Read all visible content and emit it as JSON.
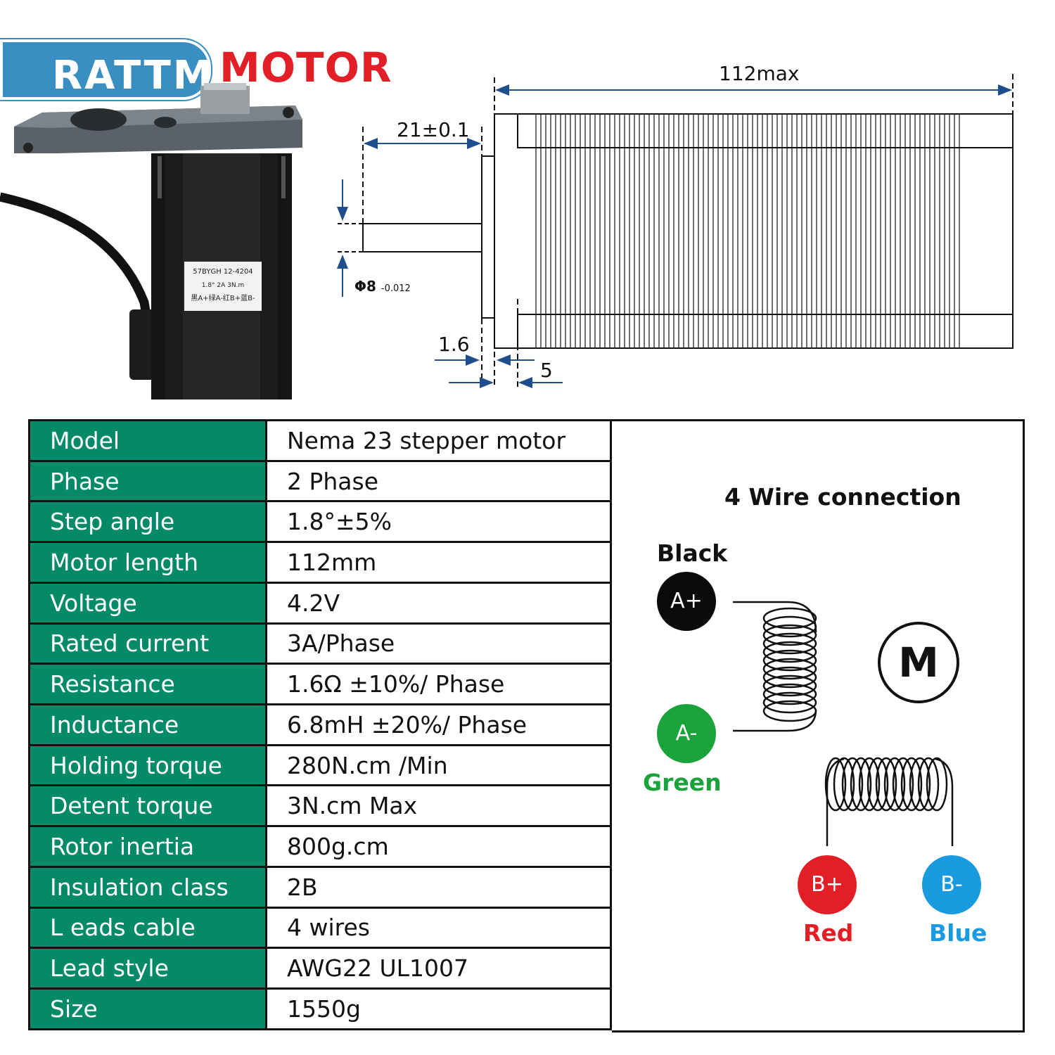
{
  "brand": {
    "name": "RATTM",
    "suffix": "MOTOR",
    "colors": {
      "primary": "#3a8fc2",
      "accent": "#e21f26",
      "table_header": "#048a68"
    }
  },
  "photo": {
    "label_lines": [
      "57BYGH 12-4204",
      "1.8°  2A  3N.m",
      "黑A+绿A-红B+蓝B-"
    ]
  },
  "drawing": {
    "total_length": "112max",
    "shaft_length": "21±0.1",
    "shaft_diameter": "Φ8",
    "shaft_tolerance": "-0.012",
    "flange_thickness": "1.6",
    "boss_length": "5"
  },
  "specs": [
    {
      "label": "Model",
      "value": "Nema 23 stepper motor"
    },
    {
      "label": "Phase",
      "value": "2 Phase"
    },
    {
      "label": "Step angle",
      "value": "1.8°±5%"
    },
    {
      "label": "Motor length",
      "value": "112mm"
    },
    {
      "label": "Voltage",
      "value": "4.2V"
    },
    {
      "label": "Rated current",
      "value": "3A/Phase"
    },
    {
      "label": "Resistance",
      "value": "1.6Ω ±10%/ Phase"
    },
    {
      "label": "Inductance",
      "value": "6.8mH ±20%/ Phase"
    },
    {
      "label": "Holding torque",
      "value": "280N.cm /Min"
    },
    {
      "label": "Detent torque",
      "value": "3N.cm Max"
    },
    {
      "label": "Rotor inertia",
      "value": "800g.cm"
    },
    {
      "label": "Insulation class",
      "value": "2B"
    },
    {
      "label": "L eads cable",
      "value": "4 wires"
    },
    {
      "label": "Lead style",
      "value": "AWG22 UL1007"
    },
    {
      "label": "Size",
      "value": "1550g"
    }
  ],
  "wiring": {
    "title": "4 Wire connection",
    "motor_symbol": "M",
    "terminals": {
      "a_plus": {
        "label": "A+",
        "color_name": "Black",
        "color": "#0a0a0a"
      },
      "a_minus": {
        "label": "A-",
        "color_name": "Green",
        "color": "#1aa33a"
      },
      "b_plus": {
        "label": "B+",
        "color_name": "Red",
        "color": "#e21f26"
      },
      "b_minus": {
        "label": "B-",
        "color_name": "Blue",
        "color": "#1a9be0"
      }
    }
  }
}
